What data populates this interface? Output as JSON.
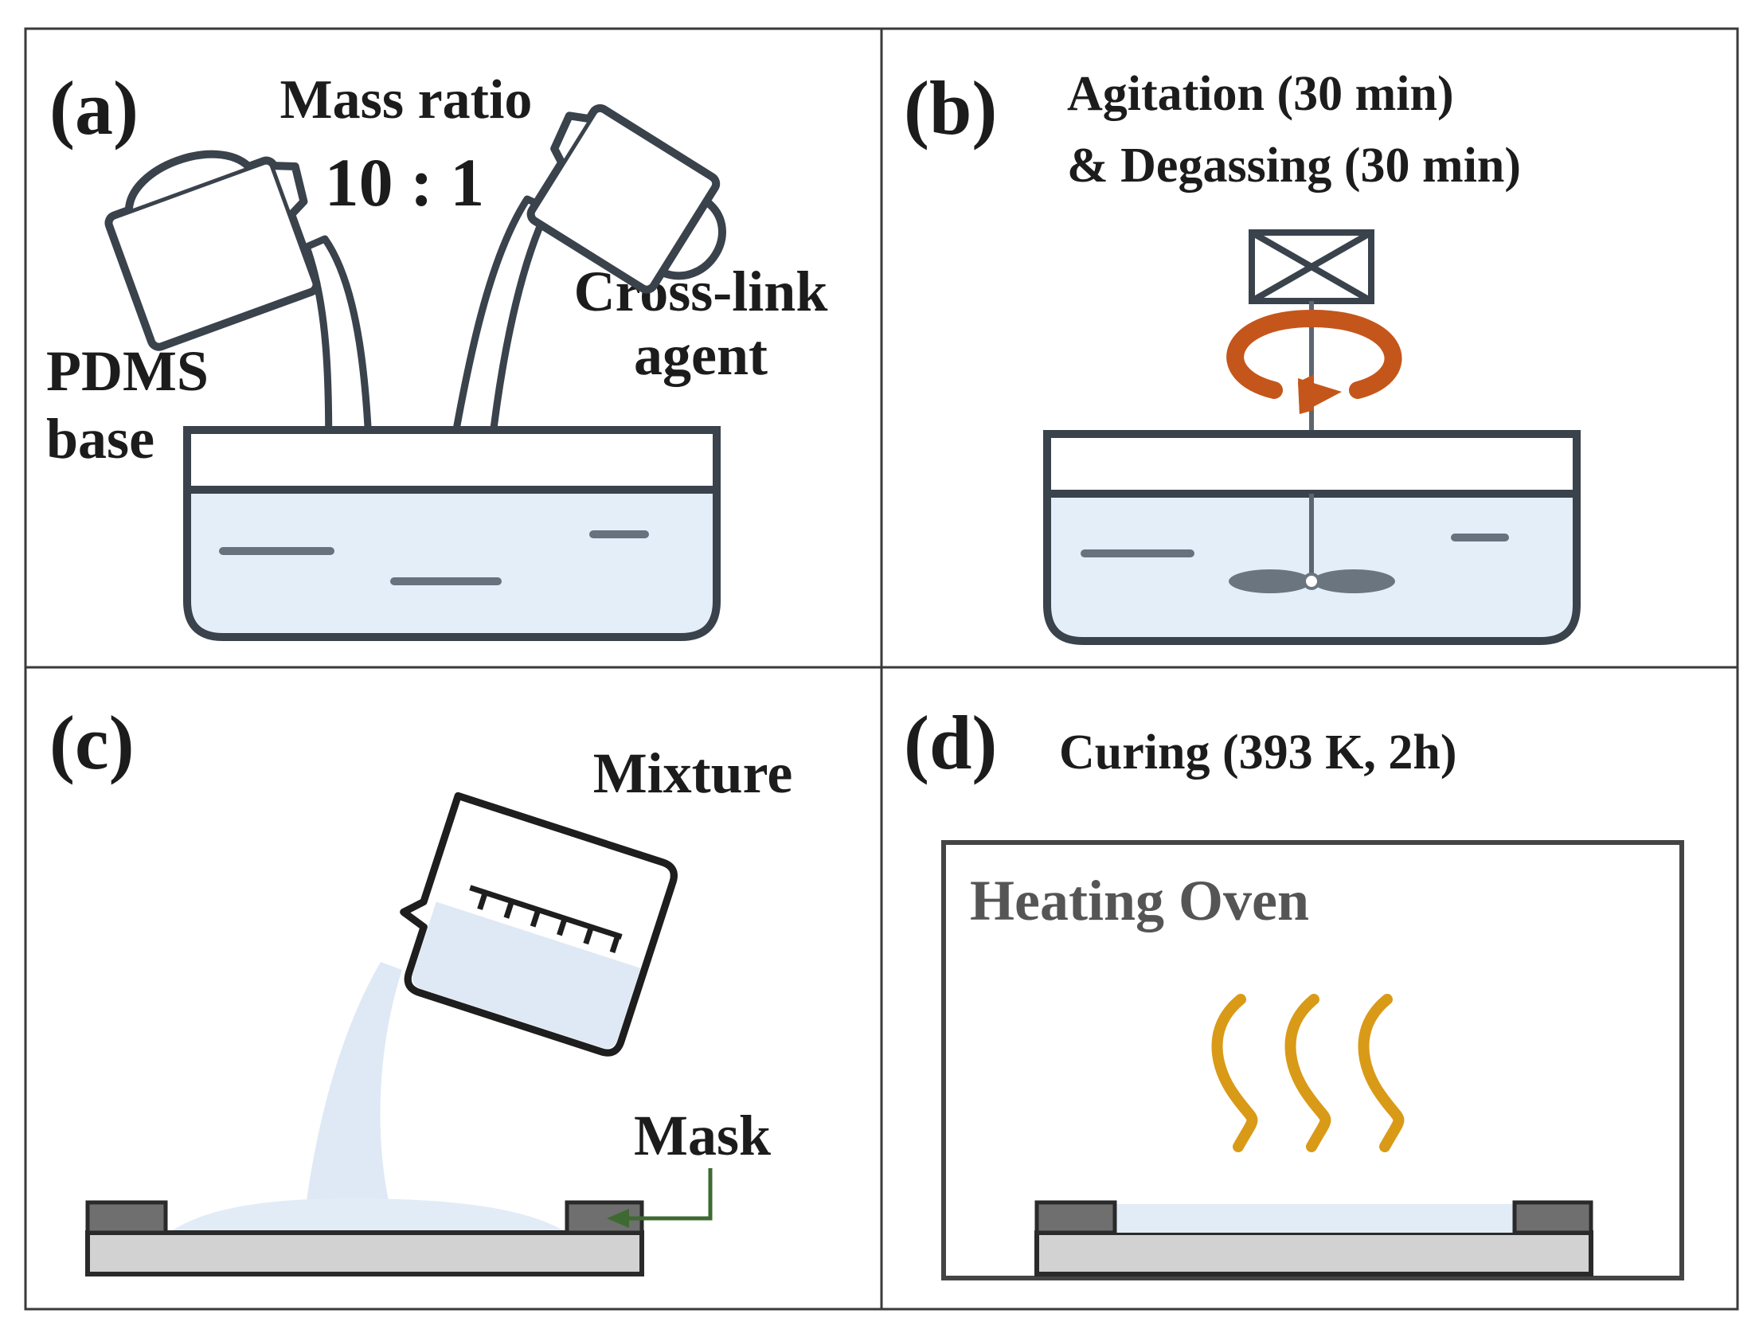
{
  "panels": {
    "a": {
      "letter": "(a)",
      "ratio_title": "Mass ratio",
      "ratio_value": "10 : 1",
      "left_label_line1": "PDMS",
      "left_label_line2": "base",
      "right_label_line1": "Cross-link",
      "right_label_line2": "agent"
    },
    "b": {
      "letter": "(b)",
      "title_line1": "Agitation (30 min)",
      "title_line2": "& Degassing (30 min)"
    },
    "c": {
      "letter": "(c)",
      "mixture_label": "Mixture",
      "mask_label": "Mask"
    },
    "d": {
      "letter": "(d)",
      "title": "Curing (393 K, 2h)",
      "oven_label": "Heating Oven"
    }
  },
  "colors": {
    "outline": "#3a424c",
    "liquid": "#e4eef8",
    "liquid_stroke": "#c9dcef",
    "stream": "#dfe9f5",
    "rotation_arrow": "#c4561b",
    "heat": "#d99a17",
    "mask": "#6f6f6f",
    "substrate": "#d2d2d2",
    "pointer": "#3e6a32",
    "oven_border": "#444444"
  }
}
